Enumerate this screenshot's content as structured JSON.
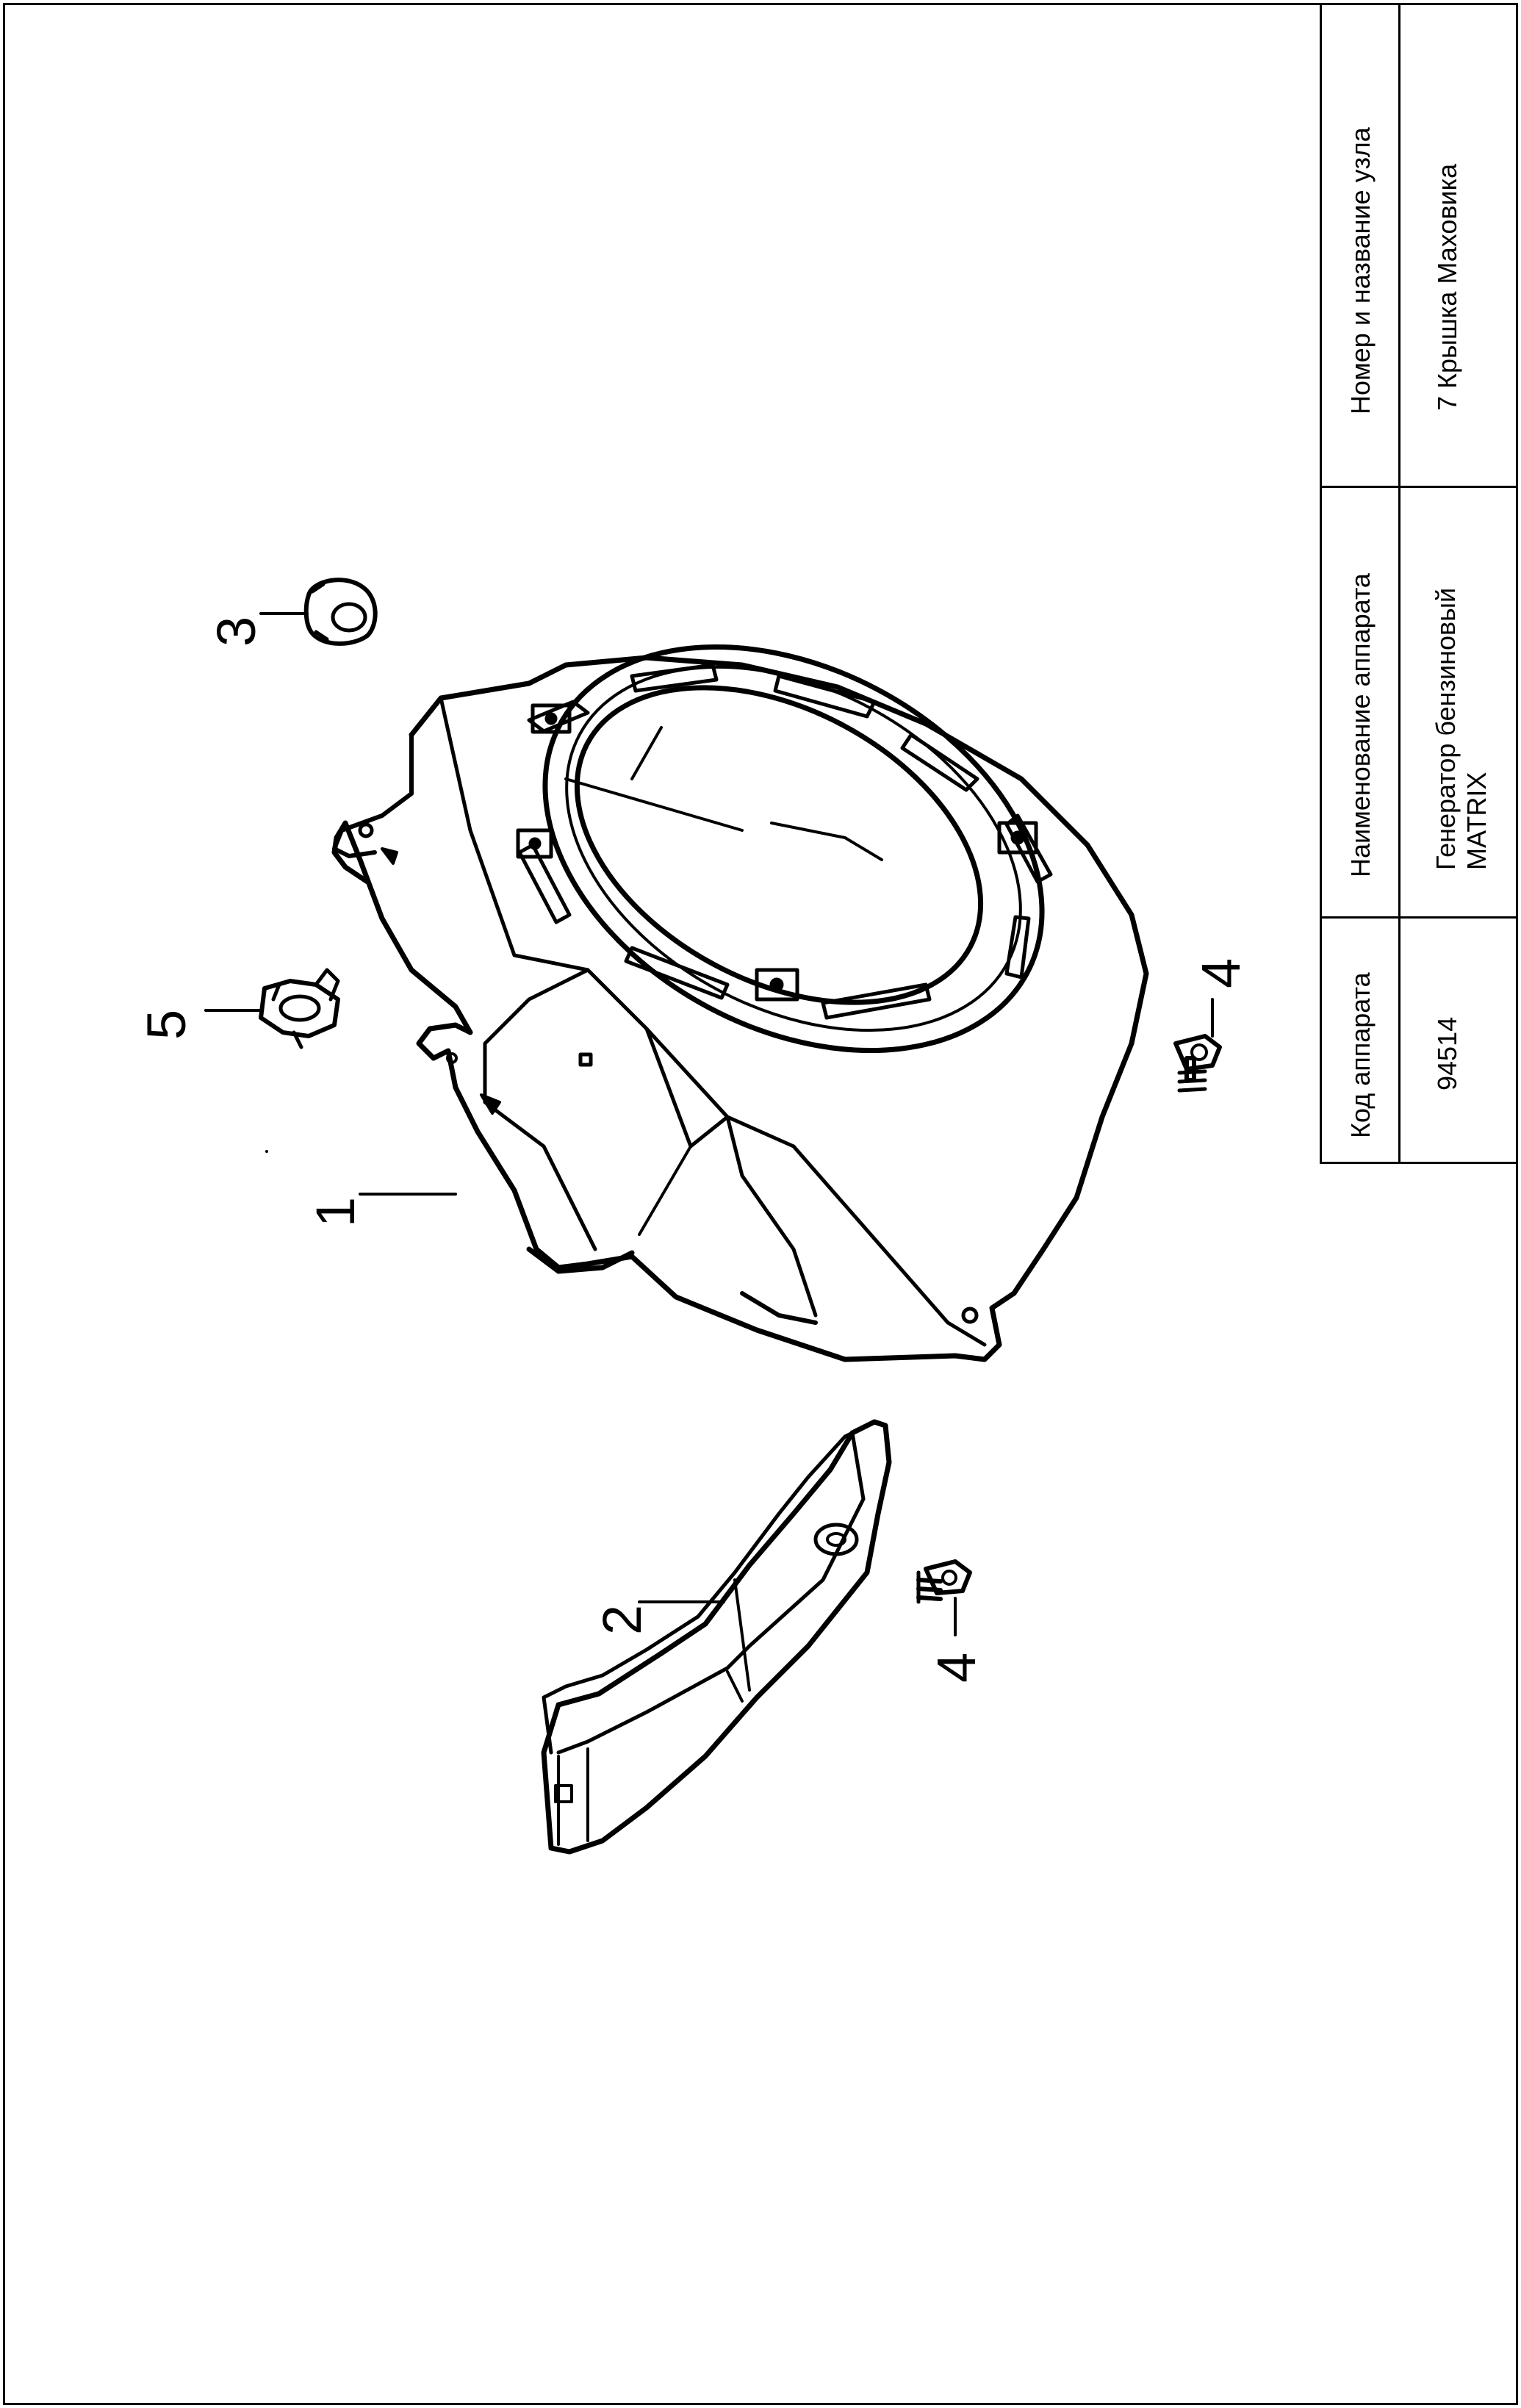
{
  "title_block": {
    "col_code_header": "Код аппарата",
    "col_code_value": "94514",
    "col_name_header": "Наименование аппарата",
    "col_name_value_line1": "Генератор бензиновый",
    "col_name_value_line2": "MATRIX",
    "col_unit_header": "Номер и название узла",
    "col_unit_value": "7 Крышка Маховика"
  },
  "callouts": {
    "c1": "1",
    "c2": "2",
    "c3": "3",
    "c4a": "4",
    "c4b": "4",
    "c5": "5"
  }
}
